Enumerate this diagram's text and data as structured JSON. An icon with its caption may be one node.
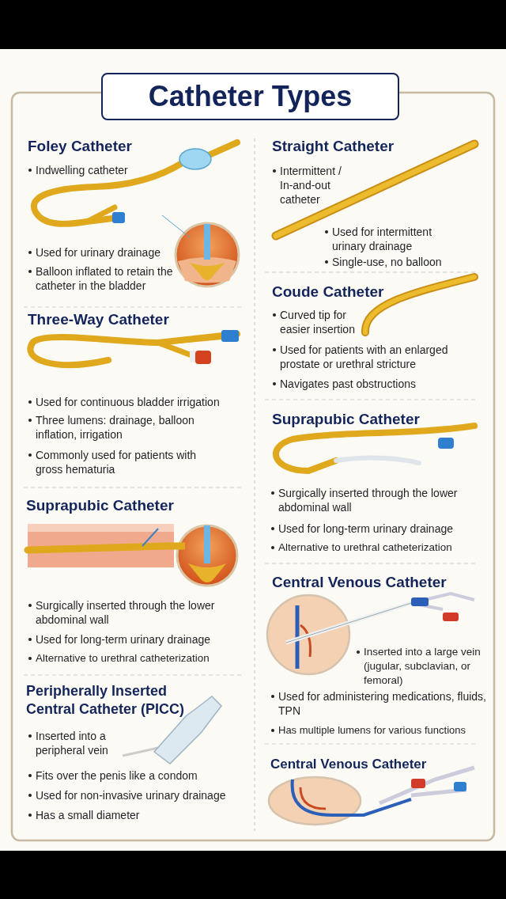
{
  "diagram": {
    "title": "Catheter Types",
    "labels": [
      "Foley Catheter",
      "Indwelling catheter",
      "Used for urinary drainage",
      "Balloon inflated to retain the catheter in the bladder",
      "Three-Way Catheter",
      "Used for continuous bladder irrigation",
      "Three lumens: drainage, balloon inflation, irrigation",
      "Commonly used for patients with gross hematuria",
      "Suprapubic Catheter",
      "Surgically inserted through the lower abdominal wall",
      "Used for long-term urinary drainage",
      "Alternative to urethral catheterization",
      "Peripherally Inserted Central Catheter (PICC)",
      "Inserted into a peripheral vein",
      "Fits over the penis like a condom",
      "Used for non-invasive urinary drainage",
      "Has a small diameter",
      "Straight Catheter",
      "Intermittent / In-and-out catheter",
      "Used for intermittent urinary drainage",
      "Single-use, no balloon",
      "Coude Catheter",
      "Curved tip for easier insertion",
      "Used for patients with an enlarged prostate or urethral stricture",
      "Navigates past obstructions",
      "Suprapubic Catheter",
      "Surgically inserted through the lower abdominal wall",
      "Used for long-term urinary drainage",
      "Alternative to urethral catheterization",
      "Central Venous Catheter",
      "Inserted into a large vein (jugular, subclavian, or femoral)",
      "Used for administering medications, fluids, TPN",
      "Has multiple lumens for various functions",
      "Central Venous Catheter"
    ]
  }
}
